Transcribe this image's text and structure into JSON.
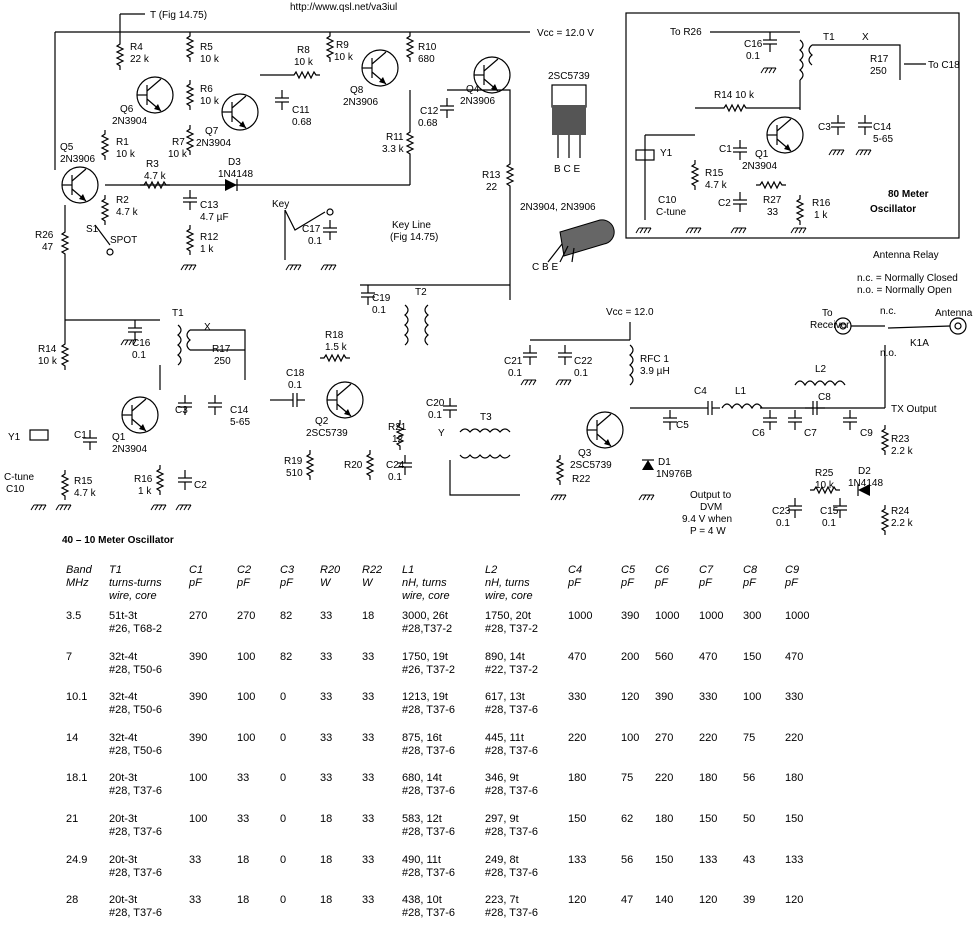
{
  "url": "http://www.qsl.net/va3iul",
  "titles": {
    "main": "40 – 10 Meter Oscillator",
    "osc80": "80 Meter",
    "osc80b": "Oscillator"
  },
  "labels": {
    "t_fig": "T (Fig 14.75)",
    "vcc_top": "Vcc = 12.0 V",
    "vcc_mid": "Vcc = 12.0",
    "r4": "R4",
    "r4v": "22 k",
    "r5": "R5",
    "r5v": "10 k",
    "r6": "R6",
    "r6v": "10 k",
    "r7": "R7",
    "r7v": "10 k",
    "r8": "R8",
    "r8v": "10 k",
    "r9": "R9",
    "r9v": "10 k",
    "r10": "R10",
    "r10v": "680",
    "r11": "R11",
    "r11v": "3.3 k",
    "r13": "R13",
    "r13v": "22",
    "r1": "R1",
    "r1v": "10 k",
    "r2": "R2",
    "r2v": "4.7 k",
    "r3": "R3",
    "r3v": "4.7 k",
    "r12": "R12",
    "r12v": "1 k",
    "r26": "R26",
    "r26v": "47",
    "r14": "R14",
    "r14v": "10 k",
    "r15": "R15",
    "r15v": "4.7 k",
    "r16": "R16",
    "r16v": "1 k",
    "r17": "R17",
    "r17v": "250",
    "r18": "R18",
    "r18v": "1.5 k",
    "r19": "R19",
    "r19v": "510",
    "r20": "R20",
    "r21": "R21",
    "r21v": "12",
    "r22": "R22",
    "r23": "R23",
    "r23v": "2.2 k",
    "r24": "R24",
    "r24v": "2.2 k",
    "r25": "R25",
    "r25v": "10 k",
    "q4": "Q4",
    "q4v": "2N3906",
    "q5": "Q5",
    "q5v": "2N3906",
    "q6": "Q6",
    "q6v": "2N3904",
    "q7": "Q7",
    "q7v": "2N3904",
    "q8": "Q8",
    "q8v": "2N3906",
    "q1": "Q1",
    "q1v": "2N3904",
    "q2": "Q2",
    "q2v": "2SC5739",
    "q3": "Q3",
    "q3v": "2SC5739",
    "c11": "C11",
    "c11v": "0.68",
    "c12": "C12",
    "c12v": "0.68",
    "c13": "C13",
    "c13v": "4.7 µF",
    "c17": "C17",
    "c17v": "0.1",
    "c16": "C16",
    "c16v": "0.1",
    "c3": "C3",
    "c14": "C14",
    "c14v": "5-65",
    "c1": "C1",
    "c2": "C2",
    "c18": "C18",
    "c18v": "0.1",
    "c19": "C19",
    "c19v": "0.1",
    "c20": "C20",
    "c20v": "0.1",
    "c21": "C21",
    "c21v": "0.1",
    "c22": "C22",
    "c22v": "0.1",
    "c24": "C24",
    "c24v": "0.1",
    "c23": "C23",
    "c23v": "0.1",
    "c15": "C15",
    "c15v": "0.1",
    "c4": "C4",
    "c5": "C5",
    "c6": "C6",
    "c7": "C7",
    "c8": "C8",
    "c9": "C9",
    "c10": "C10",
    "ctune": "C-tune",
    "d3": "D3",
    "d3v": "1N4148",
    "d1": "D1",
    "d1v": "1N976B",
    "d2": "D2",
    "d2v": "1N4148",
    "s1": "S1",
    "spot": "SPOT",
    "key": "Key",
    "keyline": "Key Line",
    "keyfig": "(Fig 14.75)",
    "y1": "Y1",
    "t1": "T1",
    "t2": "T2",
    "t3": "T3",
    "x": "X",
    "y": "Y",
    "l1": "L1",
    "l2": "L2",
    "rfc1": "RFC 1",
    "rfc1v": "3.9 µH",
    "k1a": "K1A",
    "tx_output": "TX Output",
    "antenna": "Antenna",
    "to_receiver": "To",
    "to_receiver2": "Receiver",
    "relay": "Antenna Relay",
    "nc_def": "n.c. = Normally Closed",
    "no_def": "n.o. = Normally Open",
    "nc": "n.c.",
    "no": "n.o.",
    "dvm1": "Output to",
    "dvm2": "DVM",
    "dvm3": "9.4 V when",
    "dvm4": "P = 4 W",
    "pkg1": "2SC5739",
    "pkg1p": "B C E",
    "pkg2": "2N3904, 2N3906",
    "pkg2p": "C  B  E",
    "to_r26": "To R26",
    "to_c18": "To C18",
    "b_t1": "T1",
    "b_c16": "C16",
    "b_c16v": "0.1",
    "b_r17": "R17",
    "b_r17v": "250",
    "b_r14": "R14  10 k",
    "b_c3": "C3",
    "b_c14": "C14",
    "b_c14v": "5-65",
    "b_y1": "Y1",
    "b_c1": "C1",
    "b_q1": "Q1",
    "b_q1v": "2N3904",
    "b_r15": "R15",
    "b_r15v": "4.7 k",
    "b_r27": "R27",
    "b_r27v": "33",
    "b_c2": "C2",
    "b_r16": "R16",
    "b_r16v": "1 k",
    "b_c10": "C10",
    "b_ctune": "C-tune",
    "b_x": "X"
  },
  "table": {
    "headers": [
      [
        "Band",
        "MHz"
      ],
      [
        "T1",
        "turns-turns",
        "wire, core"
      ],
      [
        "C1",
        "pF"
      ],
      [
        "C2",
        "pF"
      ],
      [
        "C3",
        "pF"
      ],
      [
        "R20",
        "W"
      ],
      [
        "R22",
        "W"
      ],
      [
        "L1",
        "nH, turns",
        "wire, core"
      ],
      [
        "L2",
        "nH, turns",
        "wire, core"
      ],
      [
        "C4",
        "pF"
      ],
      [
        "C5",
        "pF"
      ],
      [
        "C6",
        "pF"
      ],
      [
        "C7",
        "pF"
      ],
      [
        "C8",
        "pF"
      ],
      [
        "C9",
        "pF"
      ]
    ],
    "rows": [
      [
        [
          "3.5"
        ],
        [
          "51t-3t",
          "#26, T68-2"
        ],
        [
          "270"
        ],
        [
          "270"
        ],
        [
          "82"
        ],
        [
          "33"
        ],
        [
          "18"
        ],
        [
          "3000, 26t",
          "#28,T37-2"
        ],
        [
          "1750, 20t",
          "#28, T37-2"
        ],
        [
          "1000"
        ],
        [
          "390"
        ],
        [
          "1000"
        ],
        [
          "1000"
        ],
        [
          "300"
        ],
        [
          "1000"
        ]
      ],
      [
        [
          "7"
        ],
        [
          "32t-4t",
          "#28, T50-6"
        ],
        [
          "390"
        ],
        [
          "100"
        ],
        [
          "82"
        ],
        [
          "33"
        ],
        [
          "33"
        ],
        [
          "1750, 19t",
          "#26, T37-2"
        ],
        [
          "890, 14t",
          "#22, T37-2"
        ],
        [
          "470"
        ],
        [
          "200"
        ],
        [
          "560"
        ],
        [
          "470"
        ],
        [
          "150"
        ],
        [
          "470"
        ]
      ],
      [
        [
          "10.1"
        ],
        [
          "32t-4t",
          "#28, T50-6"
        ],
        [
          "390"
        ],
        [
          "100"
        ],
        [
          "0"
        ],
        [
          "33"
        ],
        [
          "33"
        ],
        [
          "1213, 19t",
          "#28, T37-6"
        ],
        [
          "617, 13t",
          "#28, T37-6"
        ],
        [
          "330"
        ],
        [
          "120"
        ],
        [
          "390"
        ],
        [
          "330"
        ],
        [
          "100"
        ],
        [
          "330"
        ]
      ],
      [
        [
          "14"
        ],
        [
          "32t-4t",
          "#28, T50-6"
        ],
        [
          "390"
        ],
        [
          "100"
        ],
        [
          "0"
        ],
        [
          "33"
        ],
        [
          "33"
        ],
        [
          "875, 16t",
          "#28, T37-6"
        ],
        [
          "445, 11t",
          "#28, T37-6"
        ],
        [
          "220"
        ],
        [
          "100"
        ],
        [
          "270"
        ],
        [
          "220"
        ],
        [
          "75"
        ],
        [
          "220"
        ]
      ],
      [
        [
          "18.1"
        ],
        [
          "20t-3t",
          "#28, T37-6"
        ],
        [
          "100"
        ],
        [
          "33"
        ],
        [
          "0"
        ],
        [
          "33"
        ],
        [
          "33"
        ],
        [
          "680, 14t",
          "#28, T37-6"
        ],
        [
          "346, 9t",
          "#28, T37-6"
        ],
        [
          "180"
        ],
        [
          "75"
        ],
        [
          "220"
        ],
        [
          "180"
        ],
        [
          "56"
        ],
        [
          "180"
        ]
      ],
      [
        [
          "21"
        ],
        [
          "20t-3t",
          "#28, T37-6"
        ],
        [
          "100"
        ],
        [
          "33"
        ],
        [
          "0"
        ],
        [
          "18"
        ],
        [
          "33"
        ],
        [
          "583, 12t",
          "#28, T37-6"
        ],
        [
          "297, 9t",
          "#28, T37-6"
        ],
        [
          "150"
        ],
        [
          "62"
        ],
        [
          "180"
        ],
        [
          "150"
        ],
        [
          "50"
        ],
        [
          "150"
        ]
      ],
      [
        [
          "24.9"
        ],
        [
          "20t-3t",
          "#28, T37-6"
        ],
        [
          "33"
        ],
        [
          "18"
        ],
        [
          "0"
        ],
        [
          "18"
        ],
        [
          "33"
        ],
        [
          "490, 11t",
          "#28, T37-6"
        ],
        [
          "249, 8t",
          "#28, T37-6"
        ],
        [
          "133"
        ],
        [
          "56"
        ],
        [
          "150"
        ],
        [
          "133"
        ],
        [
          "43"
        ],
        [
          "133"
        ]
      ],
      [
        [
          "28"
        ],
        [
          "20t-3t",
          "#28, T37-6"
        ],
        [
          "33"
        ],
        [
          "18"
        ],
        [
          "0"
        ],
        [
          "18"
        ],
        [
          "33"
        ],
        [
          "438, 10t",
          "#28, T37-6"
        ],
        [
          "223, 7t",
          "#28, T37-6"
        ],
        [
          "120"
        ],
        [
          "47"
        ],
        [
          "140"
        ],
        [
          "120"
        ],
        [
          "39"
        ],
        [
          "120"
        ]
      ]
    ]
  }
}
